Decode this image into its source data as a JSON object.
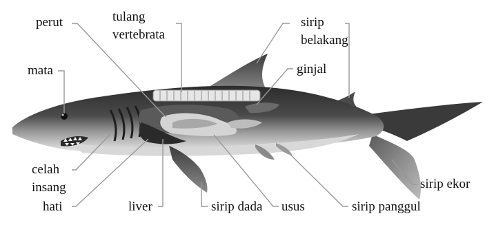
{
  "labels": {
    "perut": "perut",
    "tulang_1": "tulang",
    "tulang_2": "vertebrata",
    "sirip_1": "sirip",
    "sirip_2": "belakang",
    "mata": "mata",
    "ginjal": "ginjal",
    "celah_1": "celah",
    "celah_2": "insang",
    "hati": "hati",
    "liver": "liver",
    "sirip_dada": "sirip dada",
    "usus": "usus",
    "sirip_panggul": "sirip panggul",
    "sirip_ekor": "sirip ekor"
  },
  "colors": {
    "body_dark": "#3a3a3a",
    "body_mid": "#6e6e6e",
    "belly": "#e4e4e4",
    "organ_light": "#d9d9d9",
    "leader_line": "#9a9a9a"
  }
}
